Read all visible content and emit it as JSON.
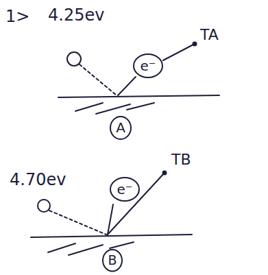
{
  "diagram": {
    "nodes": [
      {
        "text": [
          "e⁻"
        ]
      },
      {
        "text": [
          "A"
        ]
      },
      {
        "text": [
          "e⁻"
        ]
      },
      {
        "text": [
          "B"
        ]
      }
    ],
    "labels": [
      "1>",
      "4.25ev",
      "TA",
      "4.70ev",
      "TB"
    ]
  }
}
